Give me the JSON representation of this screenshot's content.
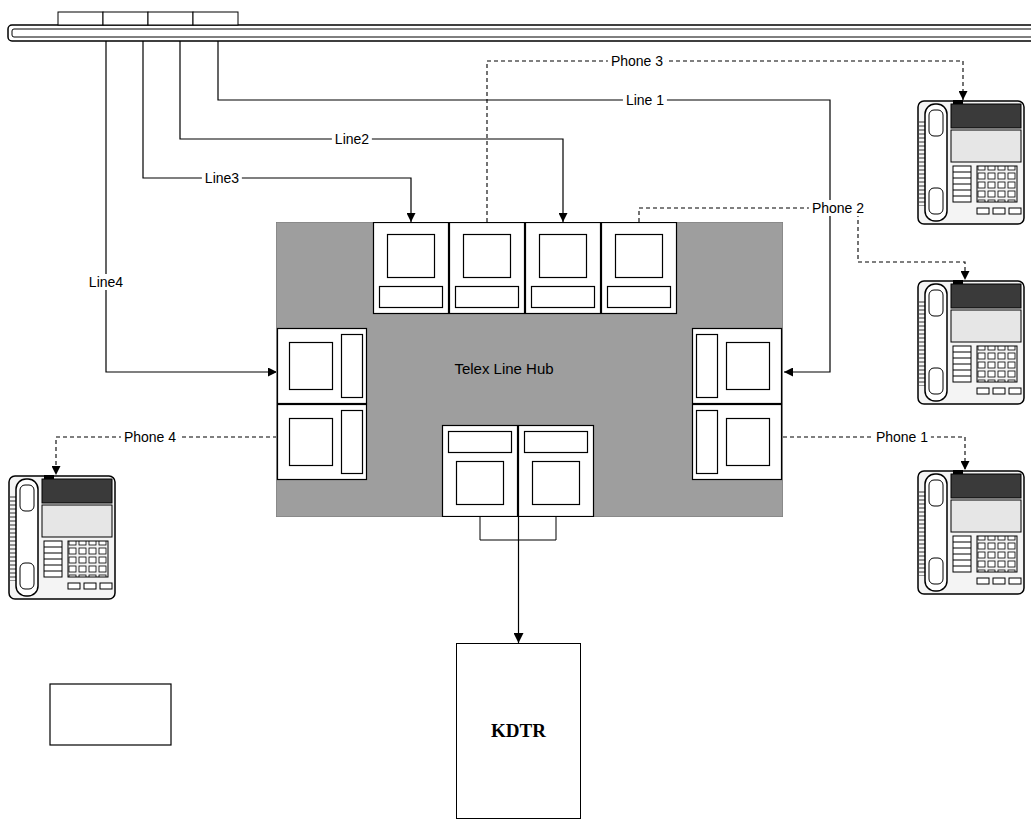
{
  "diagram": {
    "nodes": [
      {
        "text": [
          "Telex Line Hub"
        ]
      },
      {
        "text": [
          "KDTR"
        ]
      }
    ],
    "edges": [
      {
        "from": 0,
        "to": 1,
        "arrow": "to"
      }
    ],
    "labels": [
      "Phone 3",
      "Line 1",
      "Line2",
      "Line3",
      "Phone 2",
      "Line4",
      "Phone 4",
      "Phone 1"
    ]
  }
}
